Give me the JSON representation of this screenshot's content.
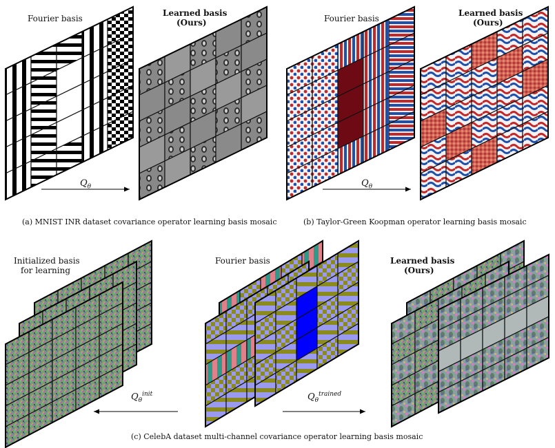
{
  "panel_a": {
    "label_left": "Fourier basis",
    "label_right_line1": "Learned basis",
    "label_right_line2": "(Ours)",
    "arrow_label": "Q",
    "arrow_sub": "θ",
    "caption": "(a) MNIST INR dataset covariance operator learning basis mosaic",
    "colors": {
      "low": "#000000",
      "high": "#ffffff",
      "learned_base": "#8a8a8a"
    }
  },
  "panel_b": {
    "label_left": "Fourier basis",
    "label_right_line1": "Learned basis",
    "label_right_line2": "(Ours)",
    "arrow_label": "Q",
    "arrow_sub": "θ",
    "caption": "(b) Taylor-Green Koopman operator learning basis mosaic",
    "colors": {
      "low": "#1f4fa8",
      "mid": "#f2f2f2",
      "high": "#c0282a",
      "center": "#6e0a14"
    }
  },
  "panel_c": {
    "label_left_line1": "Initialized basis",
    "label_left_line2": "for learning",
    "label_mid": "Fourier basis",
    "label_right_line1": "Learned basis",
    "label_right_line2": "(Ours)",
    "arrow_left_label": "Q",
    "arrow_left_sub": "θ",
    "arrow_left_sup": "init",
    "arrow_right_label": "Q",
    "arrow_right_sub": "θ",
    "arrow_right_sup": "trained",
    "caption": "(c) CelebA dataset multi-channel covariance operator learning basis mosaic",
    "colors": {
      "teal": "#2e9a8a",
      "pink": "#e0808a",
      "olive": "#8a8a1e",
      "lavender": "#9a9af0",
      "blue": "#0000ff"
    }
  }
}
